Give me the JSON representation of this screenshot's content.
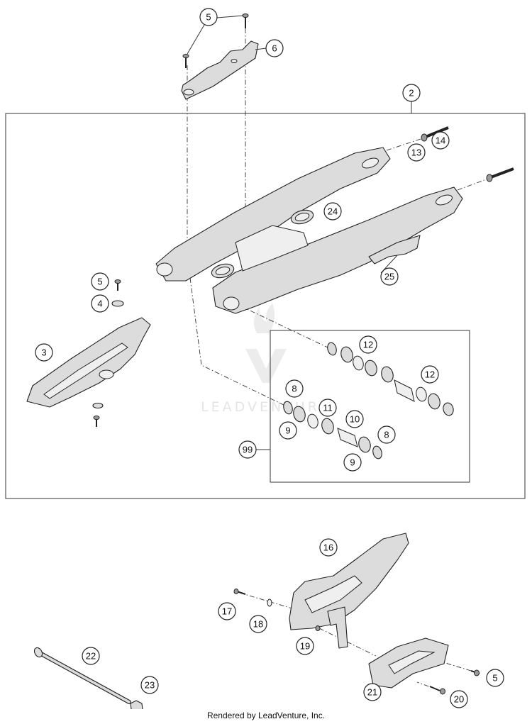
{
  "callouts": [
    "5",
    "6",
    "2",
    "14",
    "13",
    "24",
    "25",
    "5",
    "4",
    "3",
    "12",
    "12",
    "8",
    "11",
    "10",
    "8",
    "9",
    "9",
    "99",
    "16",
    "17",
    "18",
    "19",
    "22",
    "23",
    "21",
    "5",
    "20"
  ],
  "watermark": "LEADVENTURE",
  "footer": "Rendered by LeadVenture, Inc.",
  "colors": {
    "outline": "#222222",
    "part_fill": "#dcdcdc",
    "callout_fill": "#ffffff",
    "watermark": "#e4e4e4"
  }
}
